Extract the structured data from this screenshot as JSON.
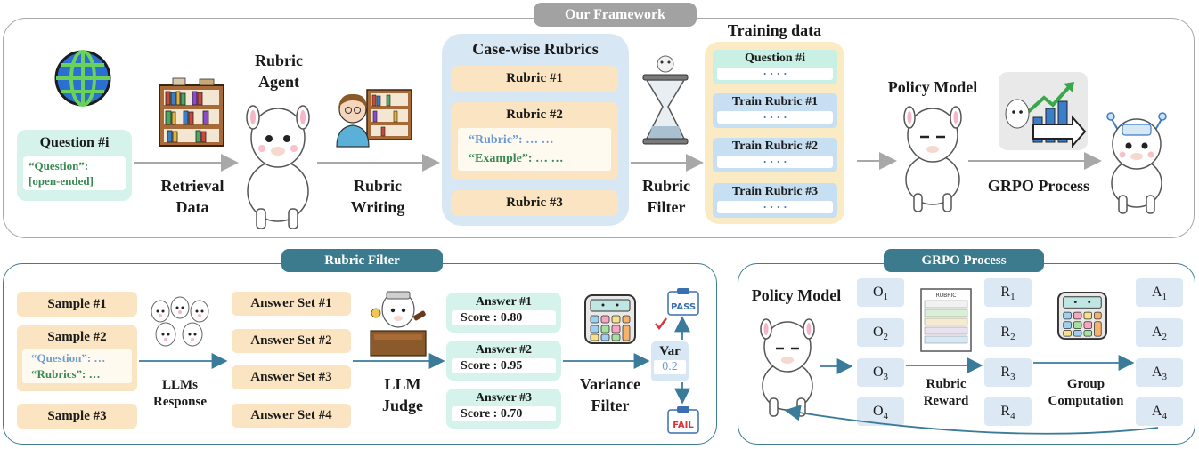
{
  "framework": {
    "banner": "Our Framework",
    "question_box": {
      "title": "Question #i",
      "body_line1": "“Question”:",
      "body_line2": "[open-ended]"
    },
    "retrieval_label": [
      "Retrieval",
      "Data"
    ],
    "rubric_agent_label": [
      "Rubric",
      "Agent"
    ],
    "rubric_writing_label": [
      "Rubric",
      "Writing"
    ],
    "case_rubrics": {
      "title": "Case-wise Rubrics",
      "rubric1": "Rubric #1",
      "rubric2": "Rubric #2",
      "rubric2_line1": "“Rubric”: … …",
      "rubric2_line2": "“Example”: … …",
      "rubric3": "Rubric #3"
    },
    "rubric_filter_label": [
      "Rubric",
      "Filter"
    ],
    "training_data": {
      "title": "Training data",
      "items": [
        "Question #i",
        "Train Rubric #1",
        "Train Rubric #2",
        "Train Rubric #3"
      ],
      "dots": "· · · ·"
    },
    "policy_model_label": "Policy Model",
    "grpo_label": "GRPO Process"
  },
  "rubric_filter": {
    "banner": "Rubric Filter",
    "samples": [
      "Sample #1",
      "Sample #2",
      "Sample #3"
    ],
    "sample2_line1": "“Question”: …",
    "sample2_line2": "“Rubrics”: …",
    "llms_response_label": [
      "LLMs",
      "Response"
    ],
    "answer_sets": [
      "Answer Set #1",
      "Answer Set #2",
      "Answer Set #3",
      "Answer Set #4"
    ],
    "llm_judge_label": [
      "LLM",
      "Judge"
    ],
    "answers": [
      {
        "title": "Answer #1",
        "score": "Score : 0.80"
      },
      {
        "title": "Answer #2",
        "score": "Score : 0.95"
      },
      {
        "title": "Answer #3",
        "score": "Score : 0.70"
      }
    ],
    "variance_filter_label": [
      "Variance",
      "Filter"
    ],
    "var_title": "Var",
    "var_value": "0.2",
    "pass_text": "PASS",
    "fail_text": "FAIL"
  },
  "grpo": {
    "banner": "GRPO Process",
    "policy_model_label": "Policy Model",
    "rubric_reward_label": [
      "Rubric",
      "Reward"
    ],
    "group_computation_label": [
      "Group",
      "Computation"
    ],
    "rubric_sheet_title": "RUBRIC",
    "o": [
      "O",
      "O",
      "O",
      "O"
    ],
    "r": [
      "R",
      "R",
      "R",
      "R"
    ],
    "a": [
      "A",
      "A",
      "A",
      "A"
    ],
    "subs": [
      "1",
      "2",
      "3",
      "4"
    ]
  },
  "colors": {
    "teal": "#3c7b8e",
    "mint": "#d5f3ea",
    "peach": "#fbe4c1",
    "light_blue": "#d7e7f4",
    "gray_banner": "#a2a2a2"
  }
}
